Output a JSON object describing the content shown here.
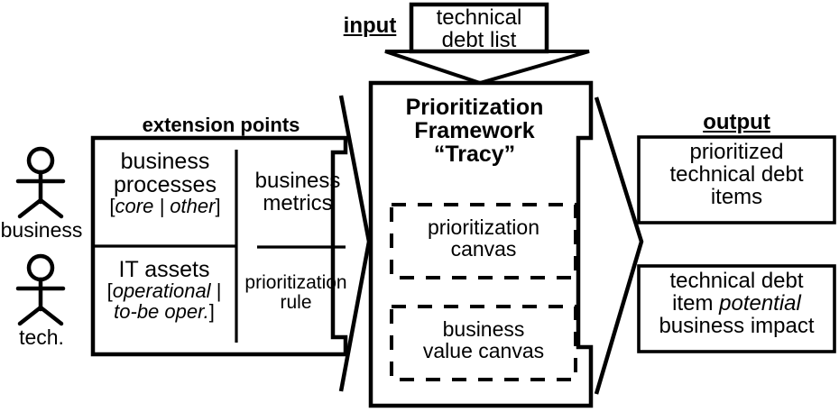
{
  "diagram": {
    "title_alt": "Prioritization Framework Tracy overview diagram",
    "colors": {
      "stroke": "#000000",
      "background": "#ffffff",
      "text": "#000000"
    }
  },
  "actors": [
    {
      "name": "business-actor",
      "label": "business",
      "icon": "stick-figure-icon"
    },
    {
      "name": "tech-actor",
      "label": "tech.",
      "icon": "stick-figure-icon"
    }
  ],
  "extension_points": {
    "heading": "extension points",
    "cells": [
      {
        "name": "business-processes",
        "line1": "business",
        "line2": "processes",
        "bracket": "[core | other]",
        "bracket_open": "[",
        "bracket_italic": "core | other",
        "bracket_close": "]"
      },
      {
        "name": "it-assets",
        "line1": "IT assets",
        "bracket_open": "[",
        "bracket_italic_1": "operational",
        "bracket_mid": " |",
        "bracket_italic_2": "to-be oper.",
        "bracket_close": "]"
      }
    ],
    "right_cells": [
      {
        "name": "business-metrics",
        "line1": "business",
        "line2": "metrics"
      },
      {
        "name": "prioritization-rule",
        "line1": "prioritization",
        "line2": "rule"
      }
    ]
  },
  "input": {
    "label": "input",
    "box_line1": "technical",
    "box_line2": "debt list"
  },
  "framework": {
    "title_line1": "Prioritization",
    "title_line2": "Framework",
    "title_line3": "“Tracy”",
    "canvases": [
      {
        "name": "prioritization-canvas",
        "line1": "prioritization",
        "line2": "canvas"
      },
      {
        "name": "business-value-canvas",
        "line1": "business",
        "line2": "value canvas"
      }
    ]
  },
  "output": {
    "label": "output",
    "boxes": [
      {
        "name": "prioritized-items-box",
        "line1": "prioritized",
        "line2": "technical debt",
        "line3": "items"
      },
      {
        "name": "business-impact-box",
        "line1": "technical debt",
        "line2_plain": "item ",
        "line2_italic": "potential",
        "line3": "business impact"
      }
    ]
  }
}
